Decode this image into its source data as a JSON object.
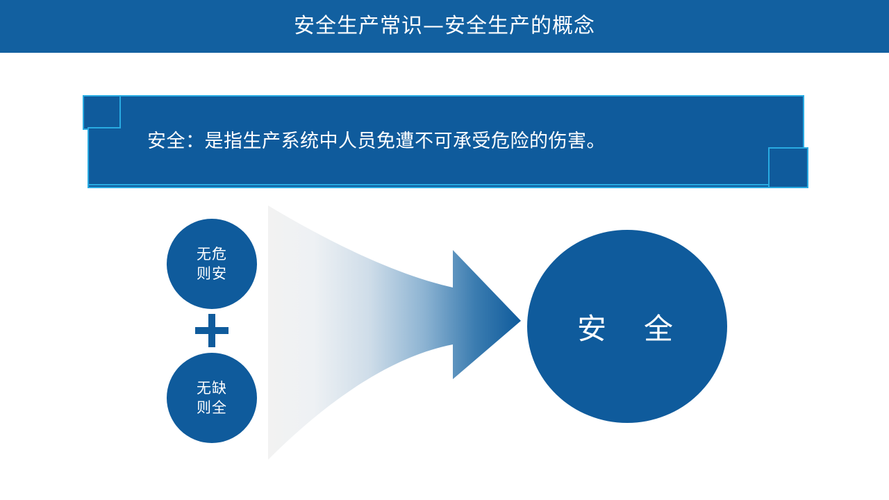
{
  "slide": {
    "background_color": "#ffffff",
    "accent_color": "#0f5b9c",
    "header_color": "#1260a0",
    "outline_color": "#29abe2"
  },
  "header": {
    "title": "安全生产常识—安全生产的概念"
  },
  "banner": {
    "definition_text": "安全：是指生产系统中人员免遭不可承受危险的伤害。"
  },
  "diagram": {
    "inputs": [
      {
        "id": "no-danger",
        "line1": "无危",
        "line2": "则安"
      },
      {
        "id": "no-defect",
        "line1": "无缺",
        "line2": "则全"
      }
    ],
    "operator": "+",
    "arrow": "right-arrow",
    "result": {
      "id": "safety",
      "label": "安　全"
    }
  }
}
